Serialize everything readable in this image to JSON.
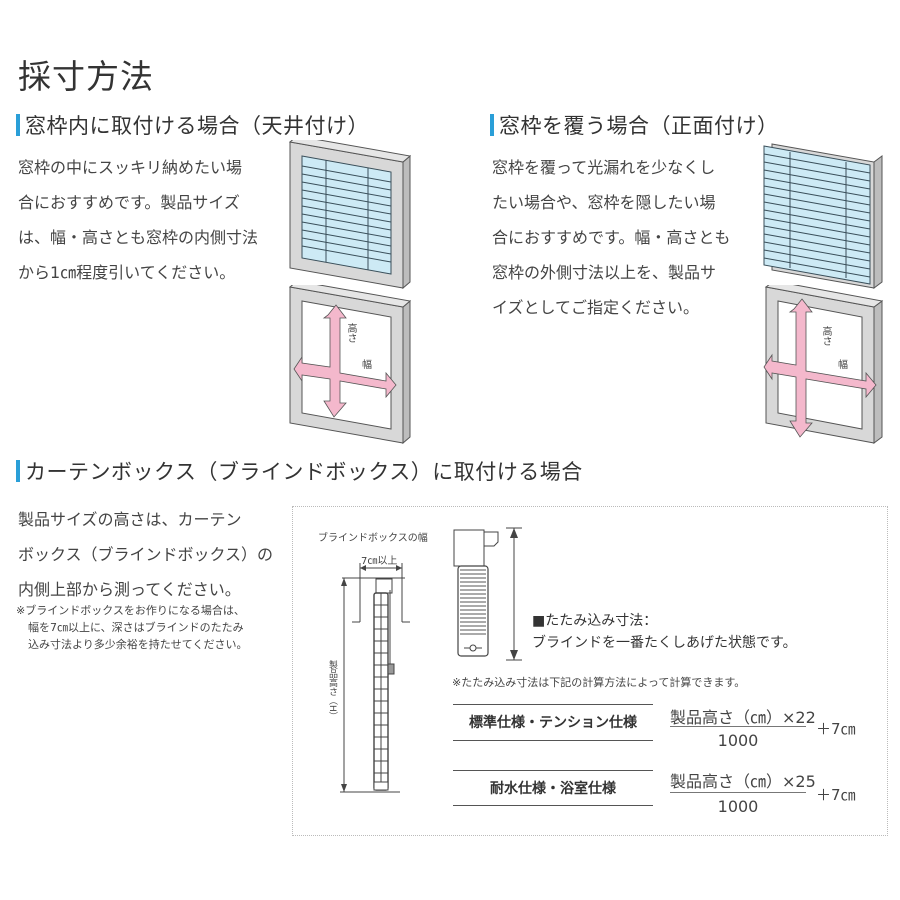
{
  "page": {
    "title": "採寸方法"
  },
  "section_inside": {
    "heading": "窓枠内に取付ける場合（天井付け）",
    "lines": [
      "窓枠の中にスッキリ納めたい場",
      "合におすすめです。製品サイズ",
      "は、幅・高さとも窓枠の内側寸法",
      "から1㎝程度引いてください。"
    ],
    "diagram_labels": {
      "height": "高さ",
      "width": "幅"
    }
  },
  "section_cover": {
    "heading": "窓枠を覆う場合（正面付け）",
    "lines": [
      "窓枠を覆って光漏れを少なくし",
      "たい場合や、窓枠を隠したい場",
      "合におすすめです。幅・高さとも",
      "窓枠の外側寸法以上を、製品サ",
      "イズとしてご指定ください。"
    ],
    "diagram_labels": {
      "height": "高さ",
      "width": "幅"
    }
  },
  "section_box": {
    "heading": "カーテンボックス（ブラインドボックス）に取付ける場合",
    "lines": [
      "製品サイズの高さは、カーテン",
      "ボックス（ブラインドボックス）の",
      "内側上部から測ってください。"
    ],
    "note_lines": [
      "※ブラインドボックスをお作りになる場合は、",
      "幅を7㎝以上に、深さはブラインドのたたみ",
      "込み寸法より多少余裕を持たせてください。"
    ],
    "diagram": {
      "box_width_label": "ブラインドボックスの幅",
      "min_width_label": "7㎝以上",
      "product_height_label": "製品高さ（H）",
      "stack_title": "■たたみ込み寸法：",
      "stack_desc": "ブラインドを一番たくしあげた状態です。",
      "calc_note": "※たたみ込み寸法は下記の計算方法によって計算できます。",
      "formulas": [
        {
          "name": "標準仕様・テンション仕様",
          "numerator": "製品高さ（㎝）×22",
          "denominator": "1000",
          "plus": "＋7㎝"
        },
        {
          "name": "耐水仕様・浴室仕様",
          "numerator": "製品高さ（㎝）×25",
          "denominator": "1000",
          "plus": "＋7㎝"
        }
      ]
    }
  },
  "colors": {
    "accent": "#2a9fd8",
    "blind": "#cdeaf5",
    "frame": "#d6d6d6",
    "arrow": "#f4b8cc",
    "text": "#333333"
  }
}
